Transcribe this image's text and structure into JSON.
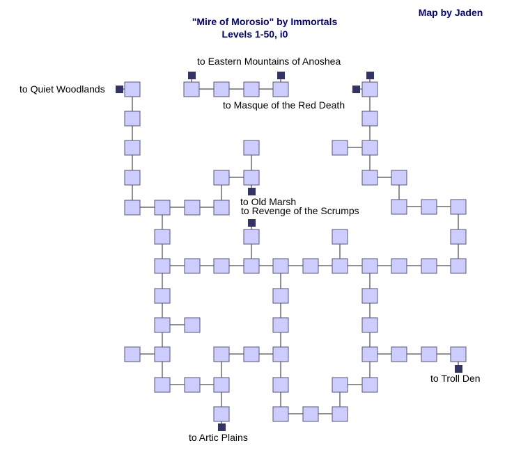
{
  "header": {
    "title": "\"Mire of Morosio\" by Immortals",
    "levels": "Levels 1-50, i0",
    "credit": "Map by Jaden"
  },
  "exits": {
    "quiet_woodlands": "to Quiet Woodlands",
    "eastern_mountains": "to Eastern Mountains of Anoshea",
    "masque_red_death": "to Masque of the Red Death",
    "old_marsh": "to Old Marsh",
    "revenge_scrumps": "to Revenge of the Scrumps",
    "troll_den": "to Troll Den",
    "artic_plains": "to Artic Plains"
  },
  "colors": {
    "room_fill": "#ccccff",
    "room_border": "#555577",
    "exit_marker": "#333366",
    "title_text": "#000080"
  }
}
